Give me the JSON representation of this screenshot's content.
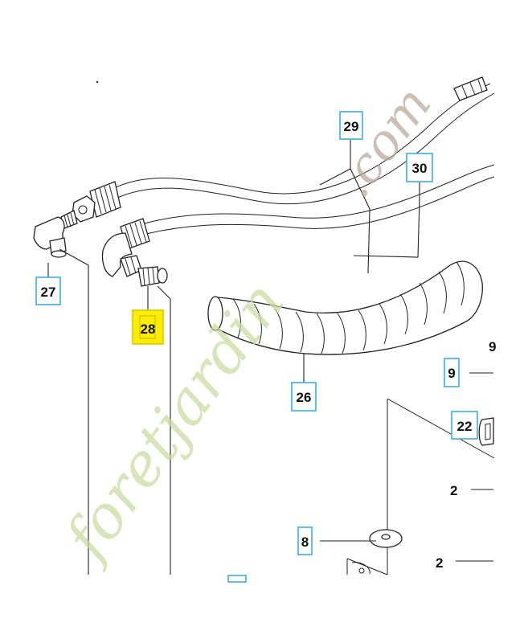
{
  "watermark": {
    "main": "foretjardin",
    "suffix": ".com"
  },
  "callouts": [
    {
      "id": "27",
      "label": "27",
      "highlighted": false
    },
    {
      "id": "28",
      "label": "28",
      "highlighted": true
    },
    {
      "id": "29",
      "label": "29",
      "highlighted": false
    },
    {
      "id": "30",
      "label": "30",
      "highlighted": false
    },
    {
      "id": "26",
      "label": "26",
      "highlighted": false
    },
    {
      "id": "9",
      "label": "9",
      "highlighted": false
    },
    {
      "id": "22",
      "label": "22",
      "highlighted": false
    },
    {
      "id": "8",
      "label": "8",
      "highlighted": false
    }
  ],
  "plain_labels": {
    "two_a": "2",
    "two_b": "2",
    "nine_cut": "9"
  },
  "colors": {
    "callout_border": "#3ab0e0",
    "highlight": "#ffee00",
    "watermark_green": "#c7db9c",
    "watermark_brown": "#b9a89a"
  }
}
